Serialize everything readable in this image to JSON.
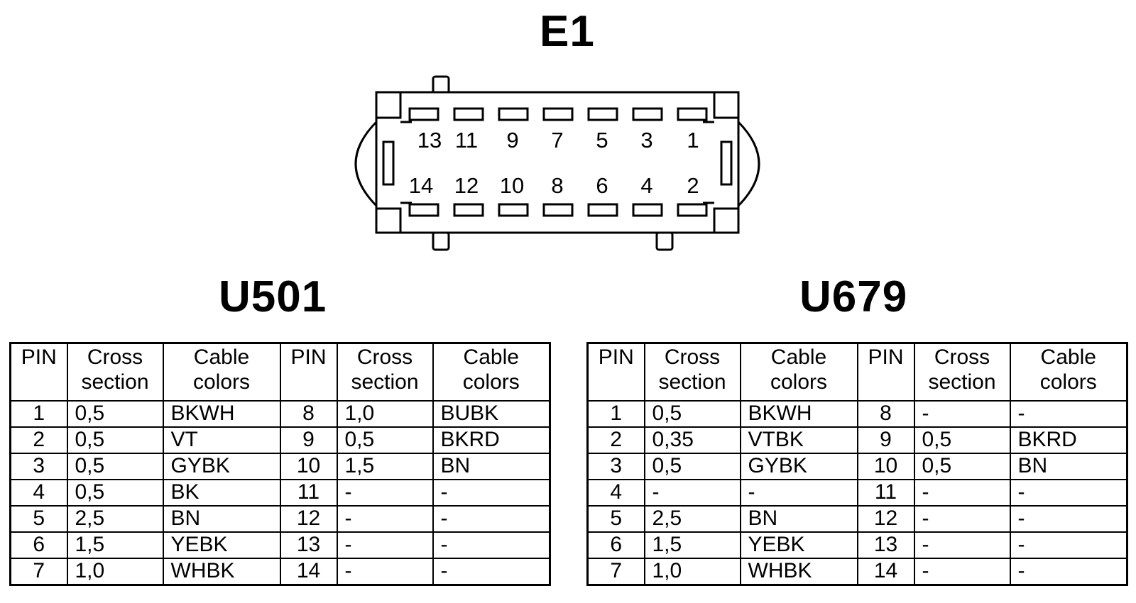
{
  "connector": {
    "title": "E1",
    "top_row_pins": [
      "13",
      "11",
      "9",
      "7",
      "5",
      "3",
      "1"
    ],
    "bottom_row_pins": [
      "14",
      "12",
      "10",
      "8",
      "6",
      "4",
      "2"
    ]
  },
  "tables": {
    "u501": {
      "title": "U501",
      "headers": {
        "pin": "PIN",
        "cross_line1": "Cross",
        "cross_line2": "section",
        "color_line1": "Cable",
        "color_line2": "colors"
      },
      "rows": [
        {
          "pin_a": "1",
          "cross_a": "0,5",
          "color_a": "BKWH",
          "pin_b": "8",
          "cross_b": "1,0",
          "color_b": "BUBK"
        },
        {
          "pin_a": "2",
          "cross_a": "0,5",
          "color_a": "VT",
          "pin_b": "9",
          "cross_b": "0,5",
          "color_b": "BKRD"
        },
        {
          "pin_a": "3",
          "cross_a": "0,5",
          "color_a": "GYBK",
          "pin_b": "10",
          "cross_b": "1,5",
          "color_b": "BN"
        },
        {
          "pin_a": "4",
          "cross_a": "0,5",
          "color_a": "BK",
          "pin_b": "11",
          "cross_b": "-",
          "color_b": "-"
        },
        {
          "pin_a": "5",
          "cross_a": "2,5",
          "color_a": "BN",
          "pin_b": "12",
          "cross_b": "-",
          "color_b": "-"
        },
        {
          "pin_a": "6",
          "cross_a": "1,5",
          "color_a": "YEBK",
          "pin_b": "13",
          "cross_b": "-",
          "color_b": "-"
        },
        {
          "pin_a": "7",
          "cross_a": "1,0",
          "color_a": "WHBK",
          "pin_b": "14",
          "cross_b": "-",
          "color_b": "-"
        }
      ]
    },
    "u679": {
      "title": "U679",
      "headers": {
        "pin": "PIN",
        "cross_line1": "Cross",
        "cross_line2": "section",
        "color_line1": "Cable",
        "color_line2": "colors"
      },
      "rows": [
        {
          "pin_a": "1",
          "cross_a": "0,5",
          "color_a": "BKWH",
          "pin_b": "8",
          "cross_b": "-",
          "color_b": "-"
        },
        {
          "pin_a": "2",
          "cross_a": "0,35",
          "color_a": "VTBK",
          "pin_b": "9",
          "cross_b": "0,5",
          "color_b": "BKRD"
        },
        {
          "pin_a": "3",
          "cross_a": "0,5",
          "color_a": "GYBK",
          "pin_b": "10",
          "cross_b": "0,5",
          "color_b": "BN"
        },
        {
          "pin_a": "4",
          "cross_a": "-",
          "color_a": "-",
          "pin_b": "11",
          "cross_b": "-",
          "color_b": "-"
        },
        {
          "pin_a": "5",
          "cross_a": "2,5",
          "color_a": "BN",
          "pin_b": "12",
          "cross_b": "-",
          "color_b": "-"
        },
        {
          "pin_a": "6",
          "cross_a": "1,5",
          "color_a": "YEBK",
          "pin_b": "13",
          "cross_b": "-",
          "color_b": "-"
        },
        {
          "pin_a": "7",
          "cross_a": "1,0",
          "color_a": "WHBK",
          "pin_b": "14",
          "cross_b": "-",
          "color_b": "-"
        }
      ]
    }
  }
}
